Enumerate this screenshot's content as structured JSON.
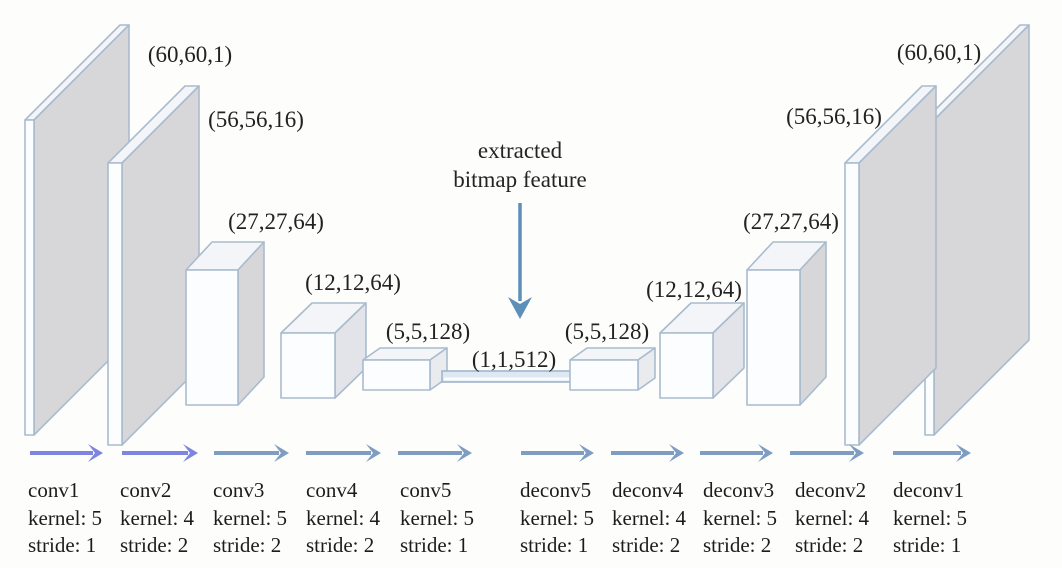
{
  "diagram": {
    "annotation": {
      "line1": "extracted",
      "line2": "bitmap feature"
    },
    "dims": {
      "enc1": "(60,60,1)",
      "enc2": "(56,56,16)",
      "enc3": "(27,27,64)",
      "enc4": "(12,12,64)",
      "enc5": "(5,5,128)",
      "bottleneck": "(1,1,512)",
      "dec5": "(5,5,128)",
      "dec4": "(12,12,64)",
      "dec3": "(27,27,64)",
      "dec2": "(56,56,16)",
      "dec1": "(60,60,1)"
    },
    "ops": [
      {
        "name": "conv1",
        "kernel": "kernel: 5",
        "stride": "stride: 1"
      },
      {
        "name": "conv2",
        "kernel": "kernel: 4",
        "stride": "stride: 2"
      },
      {
        "name": "conv3",
        "kernel": "kernel: 5",
        "stride": "stride: 2"
      },
      {
        "name": "conv4",
        "kernel": "kernel: 4",
        "stride": "stride: 2"
      },
      {
        "name": "conv5",
        "kernel": "kernel: 5",
        "stride": "stride: 1"
      },
      {
        "name": "deconv5",
        "kernel": "kernel: 5",
        "stride": "stride: 1"
      },
      {
        "name": "deconv4",
        "kernel": "kernel: 4",
        "stride": "stride: 2"
      },
      {
        "name": "deconv3",
        "kernel": "kernel: 5",
        "stride": "stride: 2"
      },
      {
        "name": "deconv2",
        "kernel": "kernel: 4",
        "stride": "stride: 2"
      },
      {
        "name": "deconv1",
        "kernel": "kernel: 5",
        "stride": "stride: 1"
      }
    ]
  },
  "colors": {
    "arrow-purple": "#7d85e0",
    "arrow-steel": "#7f9dc2",
    "arrow-down": "#5d8fb8",
    "box-stroke": "#a9bbce",
    "face-gray": "#d7d7da",
    "text": "#222222",
    "background": "#fdfdfc"
  }
}
